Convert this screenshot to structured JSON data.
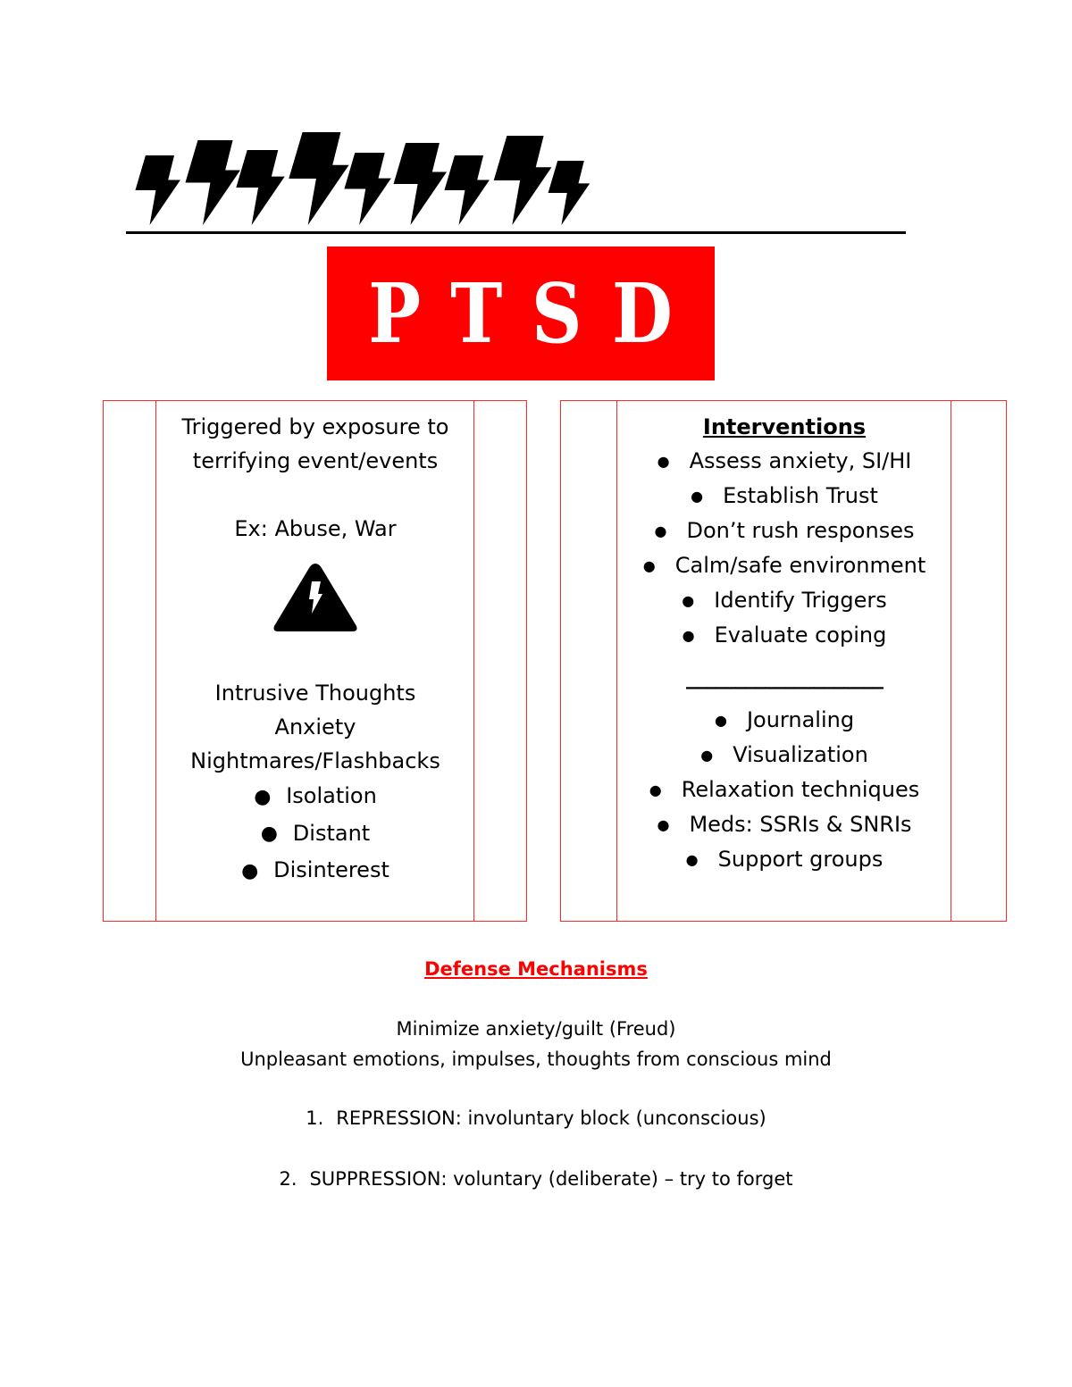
{
  "header": {
    "decorations": [
      "lightning-bolt",
      "lightning-bolt",
      "lightning-bolt",
      "lightning-bolt",
      "lightning-bolt",
      "lightning-bolt",
      "lightning-bolt",
      "lightning-bolt",
      "lightning-bolt"
    ],
    "title_letters": [
      "P",
      "T",
      "S",
      "D"
    ],
    "banner_color": "#ff0000"
  },
  "left_panel": {
    "trigger_line1": "Triggered by exposure to",
    "trigger_line2": "terrifying event/events",
    "examples": "Ex: Abuse, War",
    "icon": "warning-lightning-icon",
    "symptoms": [
      "Intrusive Thoughts",
      "Anxiety",
      "Nightmares/Flashbacks"
    ],
    "bullets": [
      "Isolation",
      "Distant",
      "Disinterest"
    ]
  },
  "right_panel": {
    "heading": "Interventions",
    "items": [
      "Assess anxiety, SI/HI",
      "Establish Trust",
      "Don’t rush responses",
      "Calm/safe environment",
      "Identify Triggers",
      "Evaluate coping"
    ],
    "separator": "____________________",
    "items2": [
      "Journaling",
      "Visualization",
      "Relaxation techniques",
      "Meds: SSRIs & SNRIs",
      "Support groups"
    ]
  },
  "defense": {
    "title": "Defense Mechanisms",
    "line1": "Minimize anxiety/guilt (Freud)",
    "line2": "Unpleasant emotions, impulses, thoughts from conscious mind",
    "items": [
      {
        "num": "1.",
        "text": "REPRESSION: involuntary block (unconscious)"
      },
      {
        "num": "2.",
        "text": "SUPPRESSION: voluntary (deliberate) – try to forget"
      }
    ],
    "title_color": "#ff0000"
  }
}
